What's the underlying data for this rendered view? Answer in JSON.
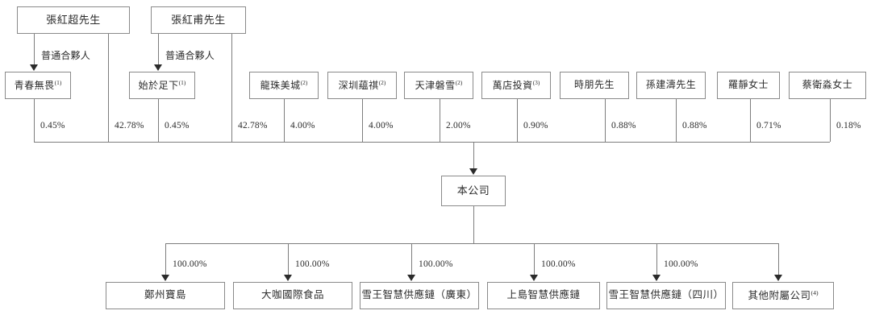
{
  "diagram": {
    "title": "Shareholding and corporate structure chart",
    "accent_color": "#2b2b2b",
    "line_color": "#7d7d7d",
    "box_border_color": "#8a8a8a",
    "background": "#ffffff"
  },
  "founders": [
    {
      "id": "zhang-hongchao",
      "label": "張紅超先生"
    },
    {
      "id": "zhang-hongfu",
      "label": "張紅甫先生"
    }
  ],
  "partner_roles": [
    {
      "id": "role-1",
      "label": "普通合夥人"
    },
    {
      "id": "role-2",
      "label": "普通合夥人"
    }
  ],
  "shareholders": [
    {
      "id": "qingchun-wuwei",
      "name": "青春無畏",
      "note": "(1)",
      "percent": "0.45%"
    },
    {
      "id": "zhang-hongchao-direct",
      "name": "",
      "note": "",
      "percent": "42.78%"
    },
    {
      "id": "shiyu-zuxia",
      "name": "始於足下",
      "note": "(1)",
      "percent": "0.45%"
    },
    {
      "id": "zhang-hongfu-direct",
      "name": "",
      "note": "",
      "percent": "42.78%"
    },
    {
      "id": "longzhu-meicheng",
      "name": "龍珠美城",
      "note": "(2)",
      "percent": "4.00%"
    },
    {
      "id": "shenzhen-yunqi",
      "name": "深圳蘊祺",
      "note": "(2)",
      "percent": "4.00%"
    },
    {
      "id": "tianjin-panxue",
      "name": "天津磐雪",
      "note": "(2)",
      "percent": "2.00%"
    },
    {
      "id": "wandian-touzi",
      "name": "萬店投資",
      "note": "(3)",
      "percent": "0.90%"
    },
    {
      "id": "shi-peng",
      "name": "時朋先生",
      "note": "",
      "percent": "0.88%"
    },
    {
      "id": "sun-jiantao",
      "name": "孫建濤先生",
      "note": "",
      "percent": "0.88%"
    },
    {
      "id": "luo-jing",
      "name": "羅靜女士",
      "note": "",
      "percent": "0.71%"
    },
    {
      "id": "cai-weimiao",
      "name": "蔡衛淼女士",
      "note": "",
      "percent": "0.18%"
    }
  ],
  "company": {
    "id": "the-company",
    "label": "本公司"
  },
  "subsidiaries": [
    {
      "id": "zhengzhou-baodao",
      "name": "鄭州寶島",
      "note": "",
      "percent": "100.00%"
    },
    {
      "id": "daka-international-food",
      "name": "大咖國際食品",
      "note": "",
      "percent": "100.00%"
    },
    {
      "id": "xuewang-guangdong",
      "name": "雪王智慧供應鏈（廣東）",
      "note": "",
      "percent": "100.00%"
    },
    {
      "id": "shangdao-supply-chain",
      "name": "上島智慧供應鏈",
      "note": "",
      "percent": "100.00%"
    },
    {
      "id": "xuewang-sichuan",
      "name": "雪王智慧供應鏈（四川）",
      "note": "",
      "percent": "100.00%"
    },
    {
      "id": "other-subsidiaries",
      "name": "其他附屬公司",
      "note": "(4)",
      "percent": ""
    }
  ]
}
